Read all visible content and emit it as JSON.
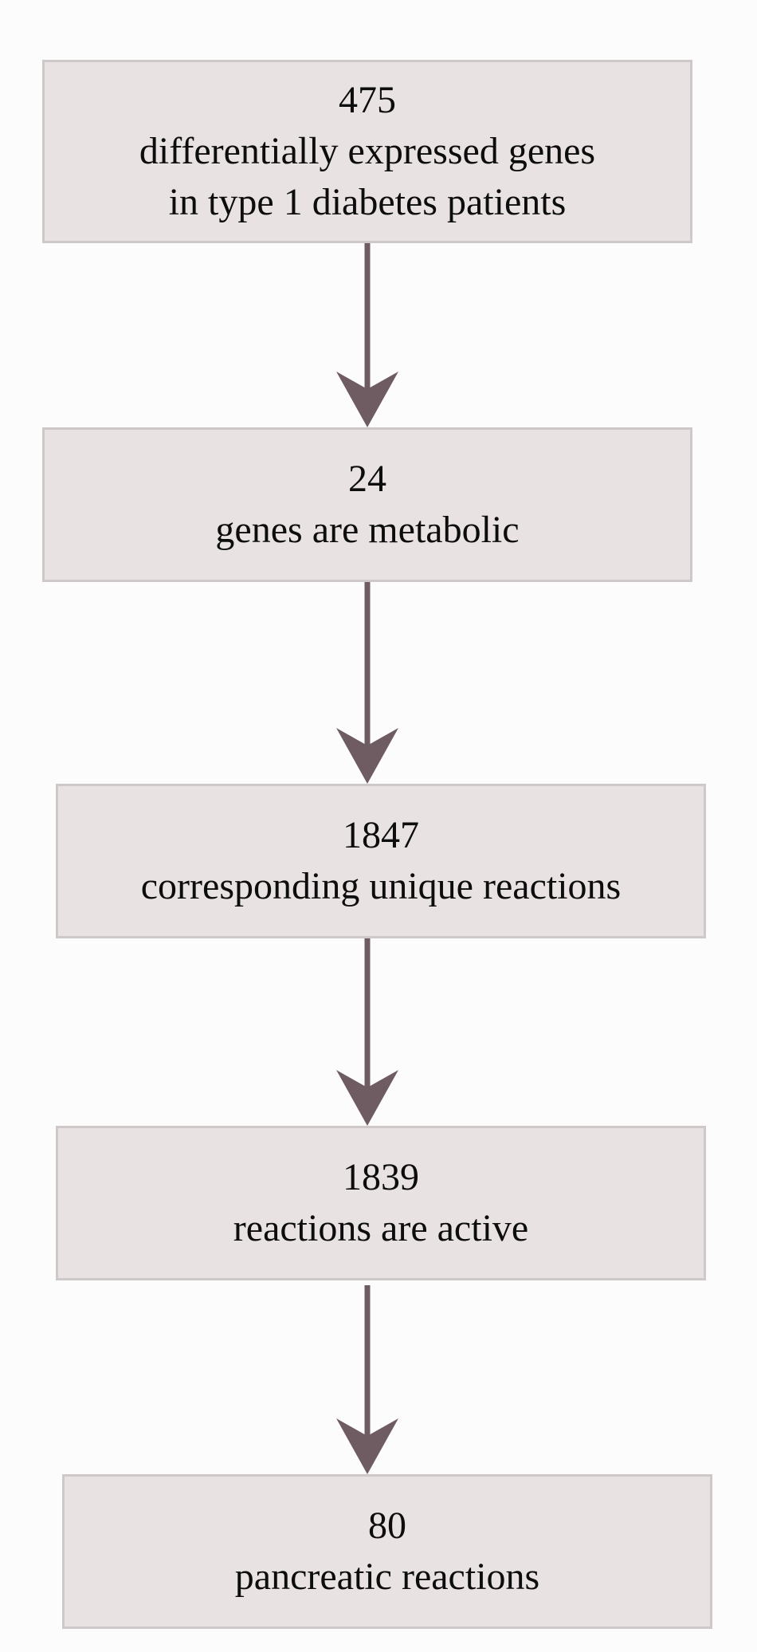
{
  "colors": {
    "box_fill": "#e8e2e2",
    "box_border": "#cfc8c9",
    "arrow": "#6f5c63",
    "background": "#fdfcfc"
  },
  "steps": [
    {
      "count": "475",
      "text": "differentially expressed genes\nin type 1 diabetes patients"
    },
    {
      "count": "24",
      "text": "genes are metabolic"
    },
    {
      "count": "1847",
      "text": "corresponding unique reactions"
    },
    {
      "count": "1839",
      "text": "reactions are active"
    },
    {
      "count": "80",
      "text": "pancreatic reactions"
    }
  ]
}
